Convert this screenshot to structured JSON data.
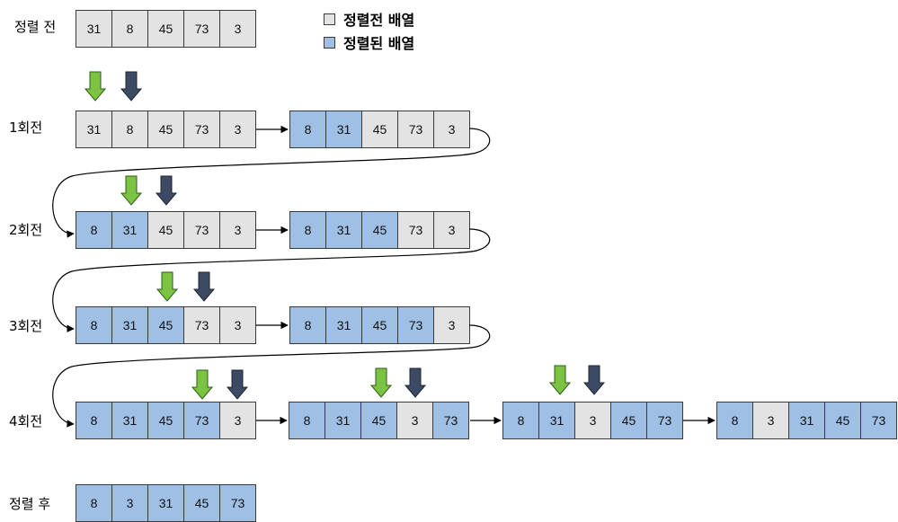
{
  "colors": {
    "unsorted": "#e3e3e3",
    "sorted": "#9fc0e4",
    "i_arrow": "#7cc243",
    "j_arrow": "#3d4a63"
  },
  "legend": {
    "unsorted_label": "정렬전 배열",
    "sorted_label": "정렬된 배열"
  },
  "labels": {
    "before": "정렬 전",
    "pass1": "1회전",
    "pass2": "2회전",
    "pass3": "3회전",
    "pass4": "4회전",
    "after": "정렬 후"
  },
  "states": {
    "before": {
      "values": [
        "31",
        "8",
        "45",
        "73",
        "3"
      ],
      "sorted": [
        false,
        false,
        false,
        false,
        false
      ]
    },
    "p1_a": {
      "values": [
        "31",
        "8",
        "45",
        "73",
        "3"
      ],
      "sorted": [
        false,
        false,
        false,
        false,
        false
      ]
    },
    "p1_b": {
      "values": [
        "8",
        "31",
        "45",
        "73",
        "3"
      ],
      "sorted": [
        true,
        true,
        false,
        false,
        false
      ]
    },
    "p2_a": {
      "values": [
        "8",
        "31",
        "45",
        "73",
        "3"
      ],
      "sorted": [
        true,
        true,
        false,
        false,
        false
      ]
    },
    "p2_b": {
      "values": [
        "8",
        "31",
        "45",
        "73",
        "3"
      ],
      "sorted": [
        true,
        true,
        true,
        false,
        false
      ]
    },
    "p3_a": {
      "values": [
        "8",
        "31",
        "45",
        "73",
        "3"
      ],
      "sorted": [
        true,
        true,
        true,
        false,
        false
      ]
    },
    "p3_b": {
      "values": [
        "8",
        "31",
        "45",
        "73",
        "3"
      ],
      "sorted": [
        true,
        true,
        true,
        true,
        false
      ]
    },
    "p4_a": {
      "values": [
        "8",
        "31",
        "45",
        "73",
        "3"
      ],
      "sorted": [
        true,
        true,
        true,
        true,
        false
      ]
    },
    "p4_b": {
      "values": [
        "8",
        "31",
        "45",
        "3",
        "73"
      ],
      "sorted": [
        true,
        true,
        true,
        false,
        true
      ]
    },
    "p4_c": {
      "values": [
        "8",
        "31",
        "3",
        "45",
        "73"
      ],
      "sorted": [
        true,
        true,
        false,
        true,
        true
      ]
    },
    "p4_d": {
      "values": [
        "8",
        "3",
        "31",
        "45",
        "73"
      ],
      "sorted": [
        true,
        false,
        true,
        true,
        true
      ]
    },
    "after": {
      "values": [
        "8",
        "3",
        "31",
        "45",
        "73"
      ],
      "sorted": [
        true,
        true,
        true,
        true,
        true
      ]
    }
  }
}
